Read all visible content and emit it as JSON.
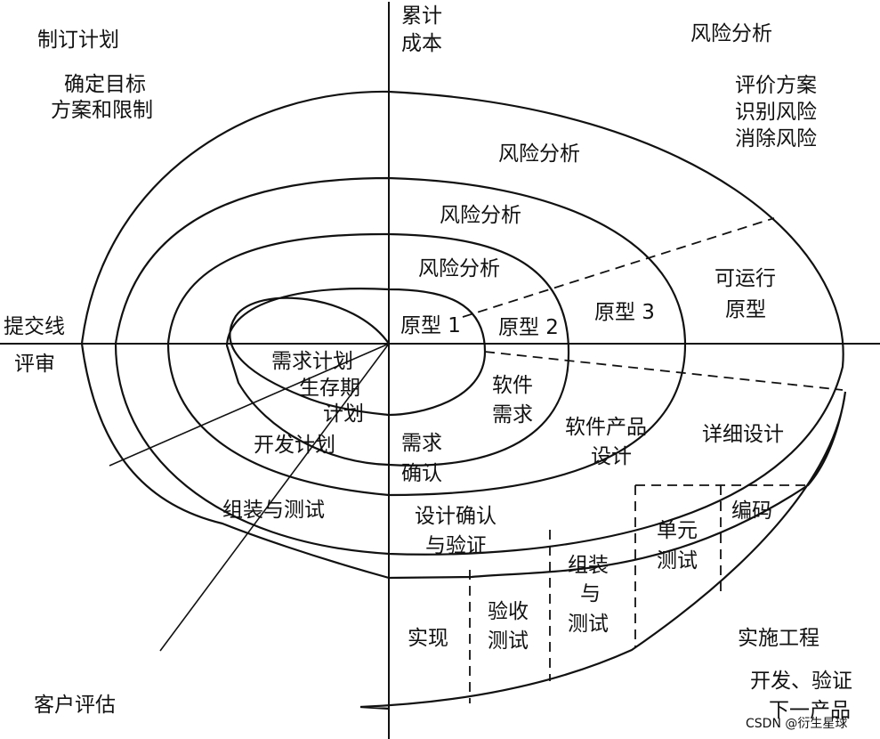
{
  "quadrants": {
    "top_left": {
      "heading": "制订计划",
      "lines": [
        "确定目标",
        "方案和限制"
      ]
    },
    "top_right": {
      "heading": "风险分析",
      "lines": [
        "评价方案",
        "识别风险",
        "消除风险"
      ]
    },
    "bottom_right": {
      "heading": "实施工程",
      "lines": [
        "开发、验证",
        "下一产品"
      ]
    },
    "bottom_left": {
      "heading": "客户评估"
    }
  },
  "axes": {
    "vertical_top": [
      "累计",
      "成本"
    ],
    "horizontal_left_upper": "提交线",
    "horizontal_left_lower": "评审"
  },
  "risk_labels": [
    "风险分析",
    "风险分析",
    "风险分析"
  ],
  "prototypes": [
    "原型 1",
    "原型 2",
    "原型 3"
  ],
  "operational_prototype": [
    "可运行",
    "原型"
  ],
  "plans": {
    "requirements_plan": "需求计划",
    "lifecycle_plan": [
      "生存期",
      "计划"
    ],
    "development_plan": "开发计划",
    "integration_test": "组装与测试"
  },
  "engineering": {
    "software_requirements": [
      "软件",
      "需求"
    ],
    "requirements_validation": [
      "需求",
      "确认"
    ],
    "product_design": [
      "软件产品",
      "设计"
    ],
    "design_validation": [
      "设计确认",
      "与验证"
    ],
    "detailed_design": "详细设计",
    "coding": "编码",
    "unit_test": [
      "单元",
      "测试"
    ],
    "integration_test_box": [
      "组装",
      "与",
      "测试"
    ],
    "acceptance_test": [
      "验收",
      "测试"
    ],
    "implementation": "实现"
  },
  "watermark": "CSDN @衍生星球"
}
